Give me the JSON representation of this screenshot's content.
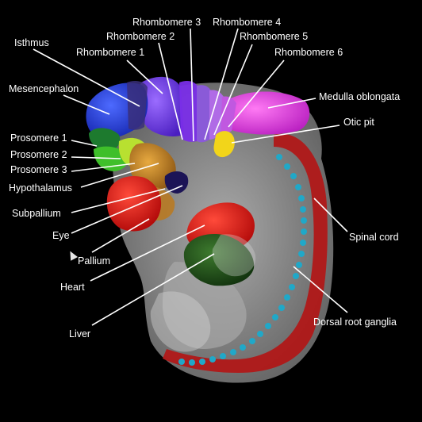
{
  "labels": {
    "rhombomere_3": "Rhombomere 3",
    "rhombomere_4": "Rhombomere 4",
    "rhombomere_5": "Rhombomere 5",
    "rhombomere_2": "Rhombomere 2",
    "rhombomere_1": "Rhombomere 1",
    "rhombomere_6": "Rhombomere 6",
    "isthmus": "Isthmus",
    "mesencephalon": "Mesencephalon",
    "medulla_oblongata": "Medulla oblongata",
    "otic_pit": "Otic pit",
    "prosomere_1": "Prosomere 1",
    "prosomere_2": "Prosomere 2",
    "prosomere_3": "Prosomere 3",
    "hypothalamus": "Hypothalamus",
    "subpallium": "Subpallium",
    "eye": "Eye",
    "pallium": "Pallium",
    "heart": "Heart",
    "liver": "Liver",
    "spinal_cord": "Spinal cord",
    "dorsal_root_ganglia": "Dorsal root ganglia"
  },
  "colors": {
    "background": "#000000",
    "label_text": "#ffffff",
    "leader_line": "#ffffff",
    "embryo_body": "#8c8c8c",
    "mesencephalon": "#1f3fd9",
    "isthmus": "#3a2f7a",
    "rhombomere_1": "#5b2be0",
    "rhombomere_2": "#7a2ee8",
    "rhombomere_3": "#8a5ad8",
    "rhombomere_4": "#b06be6",
    "rhombomere_5": "#c058e0",
    "rhombomere_6": "#d040e0",
    "medulla_oblongata": "#e236e8",
    "otic_pit": "#f2d51a",
    "prosomere_1": "#1d7a2e",
    "prosomere_2": "#3fbf2a",
    "prosomere_3": "#b8e030",
    "hypothalamus": "#a46a1c",
    "hypothalamus_light": "#c88a2a",
    "eye_dark": "#1c1456",
    "subpallium": "#e01414",
    "pallium": "#c99a28",
    "heart": "#e31616",
    "liver": "#1f4f1a",
    "spinal_cord": "#b01818",
    "dorsal_root_ganglia": "#20a8c8"
  },
  "icons": {
    "cursor": "mouse-pointer-icon"
  }
}
